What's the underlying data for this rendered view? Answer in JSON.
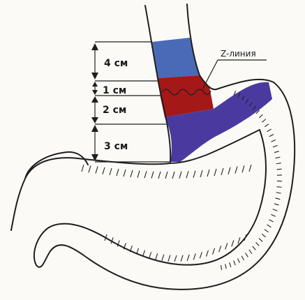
{
  "labels": {
    "segment_4cm": "4 см",
    "segment_1cm": "1 см",
    "segment_2cm": "2 см",
    "segment_3cm": "3 см",
    "z_line": "Z-линия"
  },
  "colors": {
    "esophagus_blue": "#4a6ab8",
    "z_zone_red": "#a51818",
    "stomach_purple": "#4a3aa0",
    "outline": "#1e1e1e",
    "background": "#fbfaf6"
  }
}
